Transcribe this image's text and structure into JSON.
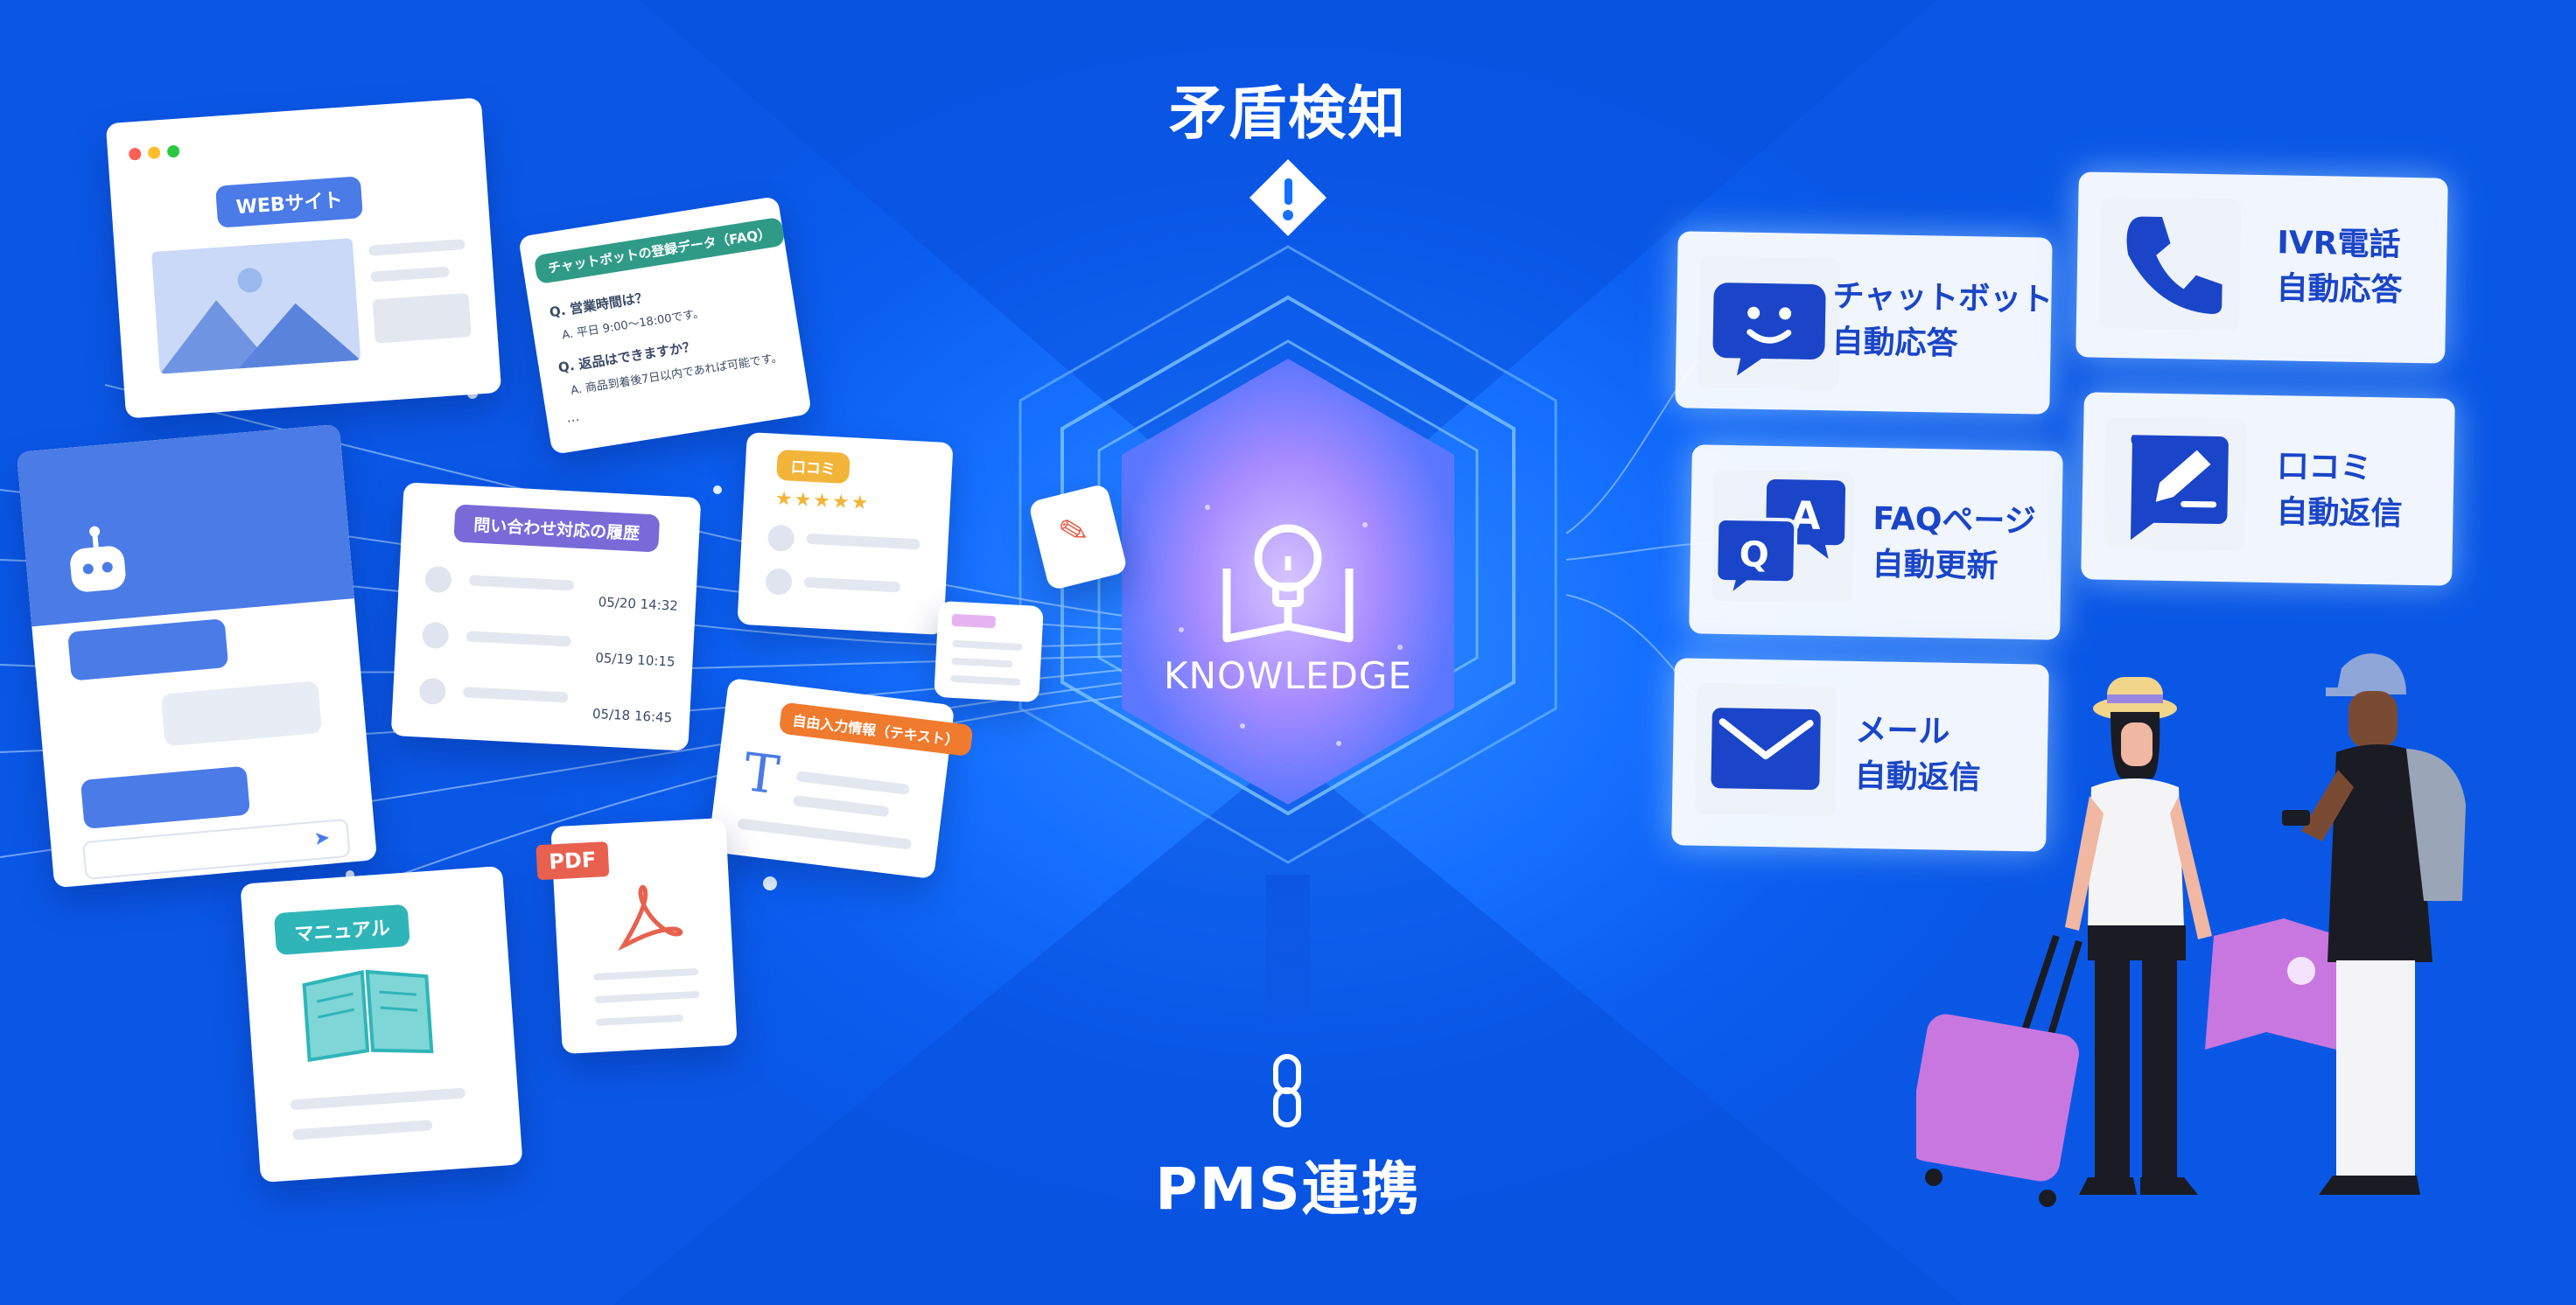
{
  "top_label": "矛盾検知",
  "bottom_label": "PMS連携",
  "center": {
    "label": "KNOWLEDGE"
  },
  "sources": {
    "web": {
      "label": "WEBサイト"
    },
    "faq": {
      "title": "チャットボットの登録データ（FAQ）",
      "q1": "Q. 営業時間は？",
      "a1": "A. 平日 9:00〜18:00です。",
      "q2": "Q. 返品はできますか？",
      "a2": "A. 商品到着後7日以内であれば可能です。",
      "more": "…"
    },
    "history": {
      "title": "問い合わせ対応の履歴",
      "rows": [
        {
          "date": "05/20 14:32"
        },
        {
          "date": "05/19 10:15"
        },
        {
          "date": "05/18 16:45"
        }
      ]
    },
    "review": {
      "title": "口コミ"
    },
    "freetext": {
      "title": "自由入力情報（テキスト）"
    },
    "pdf": {
      "badge": "PDF"
    },
    "manual": {
      "title": "マニュアル"
    }
  },
  "outputs": [
    {
      "line1": "チャットボット",
      "line2": "自動応答",
      "icon": "chatbot-face-icon"
    },
    {
      "line1": "IVR電話",
      "line2": "自動応答",
      "icon": "phone-icon"
    },
    {
      "line1": "FAQページ",
      "line2": "自動更新",
      "icon": "qa-bubbles-icon"
    },
    {
      "line1": "口コミ",
      "line2": "自動返信",
      "icon": "pen-message-icon"
    },
    {
      "line1": "メール",
      "line2": "自動返信",
      "icon": "mail-icon"
    }
  ],
  "colors": {
    "background": "#1670ff",
    "card_label": "#1a45c8",
    "web_pill": "#4a7be6",
    "faq_pill": "#2f9b87",
    "history_pill": "#7a6ad8",
    "review_pill": "#f2b53a",
    "freetext_pill": "#f07a2e",
    "pdf_badge": "#e8614f",
    "manual_pill": "#2fb5b8"
  }
}
